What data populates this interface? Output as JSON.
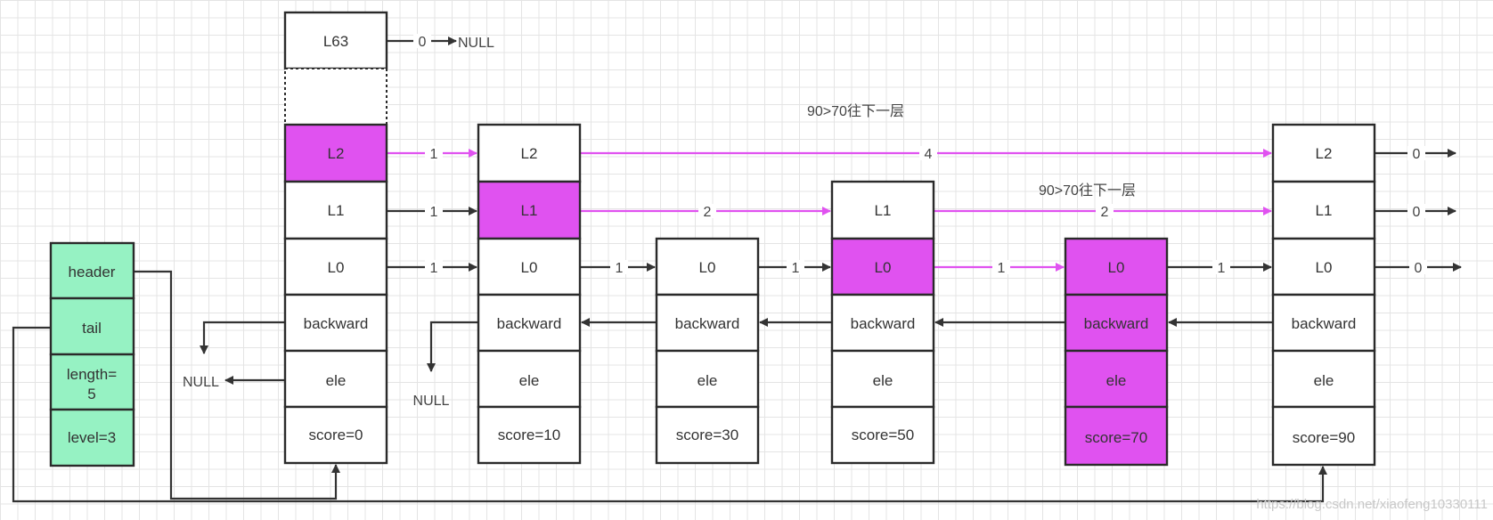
{
  "colors": {
    "highlight": "#e052f0",
    "list_green": "#96f2c3",
    "black_arrow": "#333333",
    "pink_arrow": "#e052f0"
  },
  "list": {
    "header": "header",
    "tail": "tail",
    "length": [
      "length=",
      "5"
    ],
    "level": "level=3"
  },
  "header_node": {
    "top": "L63",
    "levels": [
      "L2",
      "L1",
      "L0"
    ],
    "backward": "backward",
    "ele": "ele",
    "score": "score=0"
  },
  "nodes": [
    {
      "levels": [
        "L2",
        "L1",
        "L0"
      ],
      "backward": "backward",
      "ele": "ele",
      "score": "score=10"
    },
    {
      "levels": [
        "L0"
      ],
      "backward": "backward",
      "ele": "ele",
      "score": "score=30"
    },
    {
      "levels": [
        "L1",
        "L0"
      ],
      "backward": "backward",
      "ele": "ele",
      "score": "score=50"
    },
    {
      "levels": [
        "L0"
      ],
      "backward": "backward",
      "ele": "ele",
      "score": "score=70"
    },
    {
      "levels": [
        "L2",
        "L1",
        "L0"
      ],
      "backward": "backward",
      "ele": "ele",
      "score": "score=90"
    }
  ],
  "spans": {
    "l63": "0",
    "row_l2": [
      "1",
      "4",
      "0"
    ],
    "row_l1": [
      "1",
      "2",
      "2",
      "0"
    ],
    "row_l0": [
      "1",
      "1",
      "1",
      "1",
      "1",
      "0"
    ]
  },
  "null_label": "NULL",
  "notes": [
    "90>70往下一层",
    "90>70往下一层"
  ],
  "watermark": "https://blog.csdn.net/xiaofeng10330111"
}
